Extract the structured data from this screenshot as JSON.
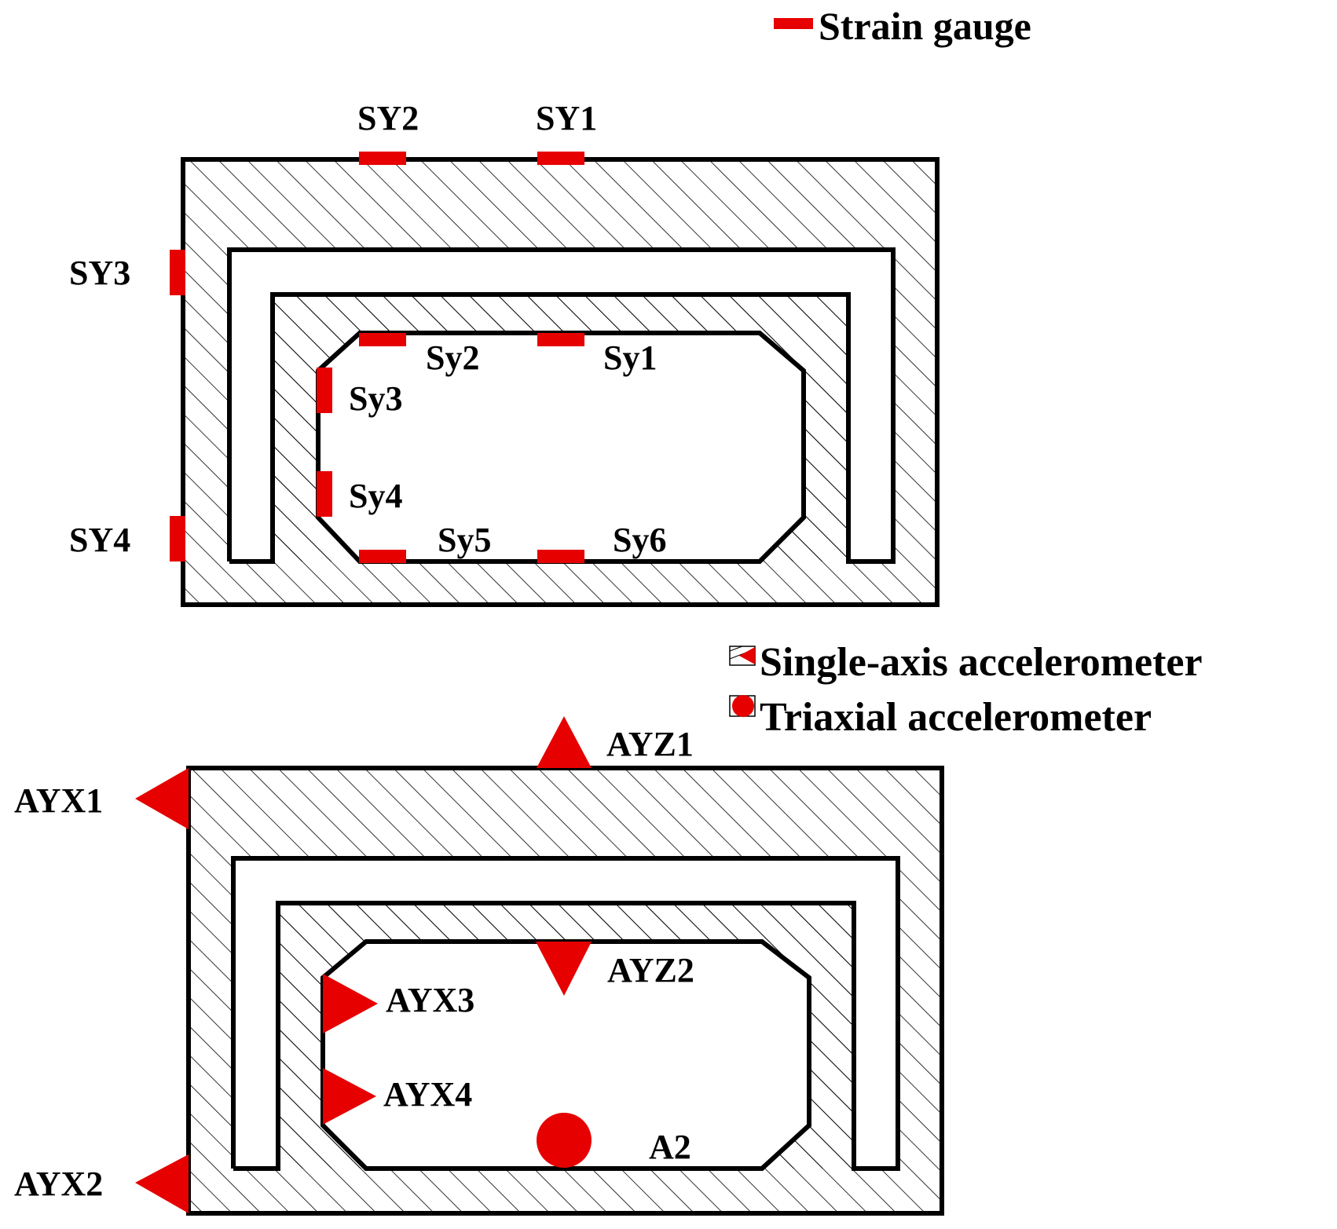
{
  "colors": {
    "sensor_red": "#e60000",
    "outline": "#000000",
    "hatch": "#000000",
    "background": "#ffffff"
  },
  "legend": {
    "strain_gauge": "Strain gauge",
    "single_axis": "Single-axis accelerometer",
    "triaxial": "Triaxial accelerometer"
  },
  "strain_gauges": {
    "SY1": "SY1",
    "SY2": "SY2",
    "SY3": "SY3",
    "SY4": "SY4",
    "Sy1": "Sy1",
    "Sy2": "Sy2",
    "Sy3": "Sy3",
    "Sy4": "Sy4",
    "Sy5": "Sy5",
    "Sy6": "Sy6"
  },
  "accelerometers": {
    "AYZ1": "AYZ1",
    "AYZ2": "AYZ2",
    "AYX1": "AYX1",
    "AYX2": "AYX2",
    "AYX3": "AYX3",
    "AYX4": "AYX4",
    "A2": "A2"
  },
  "icons": {
    "strain_gauge": "red-bar-icon",
    "single_axis": "red-triangle-icon",
    "triaxial": "red-circle-icon"
  }
}
